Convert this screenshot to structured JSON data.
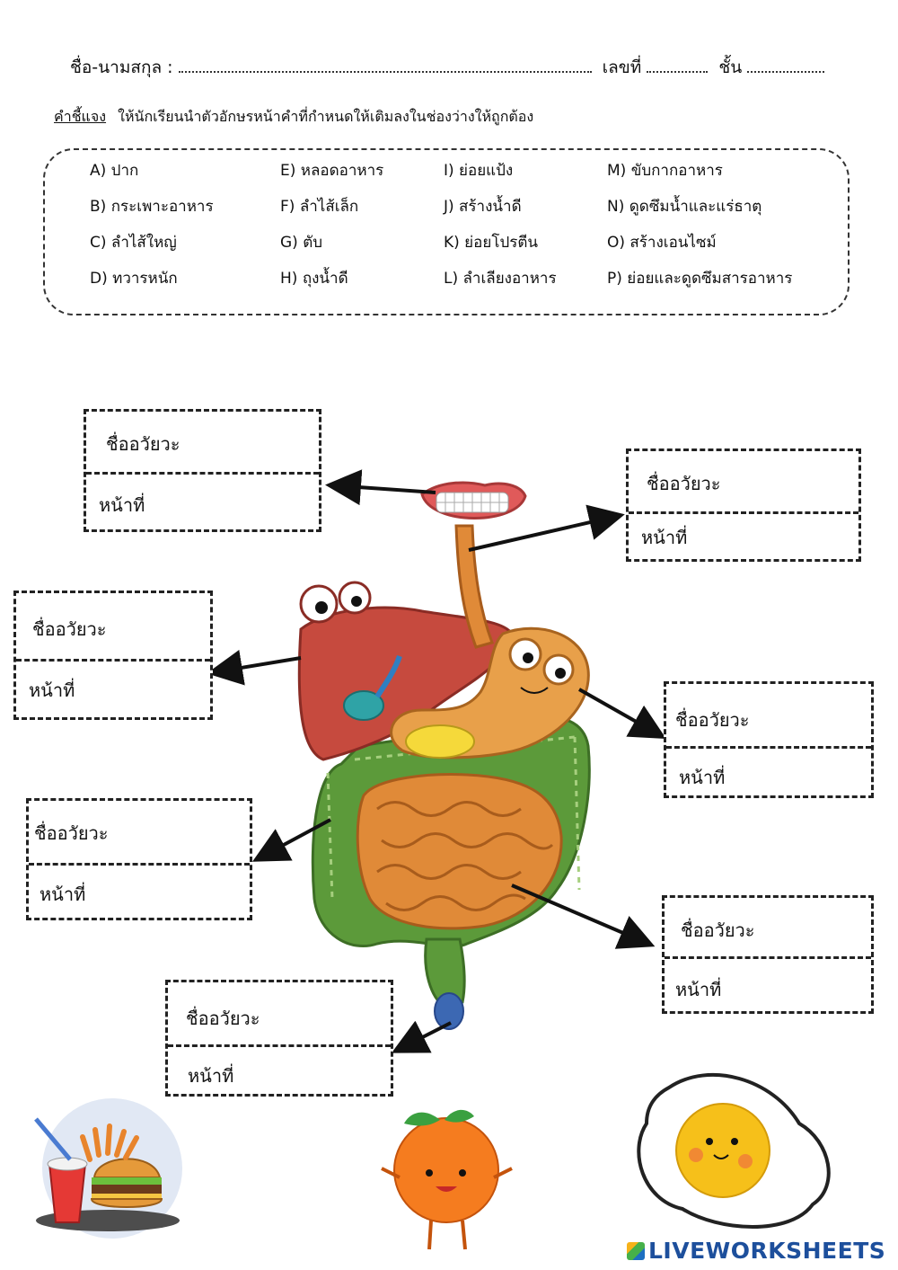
{
  "header": {
    "name_label": "ชื่อ-นามสกุล :",
    "number_label": "เลขที่",
    "class_label": "ชั้น"
  },
  "instructions": {
    "label": "คำชี้แจง",
    "text": "ให้นักเรียนนำตัวอักษรหน้าคำที่กำหนดให้เติมลงในช่องว่างให้ถูกต้อง"
  },
  "choices": [
    "A)  ปาก",
    "B)  กระเพาะอาหาร",
    "C)  ลำไส้ใหญ่",
    "D)  ทวารหนัก",
    "E) หลอดอาหาร",
    "F) ลำไส้เล็ก",
    "G) ตับ",
    "H) ถุงน้ำดี",
    "I) ย่อยแป้ง",
    "J) สร้างน้ำดี",
    "K) ย่อยโปรตีน",
    "L) ลำเลียงอาหาร",
    "M) ขับกากอาหาร",
    "N) ดูดซึมน้ำและแร่ธาตุ",
    "O) สร้างเอนไซม์",
    "P) ย่อยและดูดซึมสารอาหาร"
  ],
  "label_boxes": {
    "name_label": "ชื่ออวัยวะ",
    "function_label": "หน้าที่"
  },
  "watermark": "LIVEWORKSHEETS"
}
